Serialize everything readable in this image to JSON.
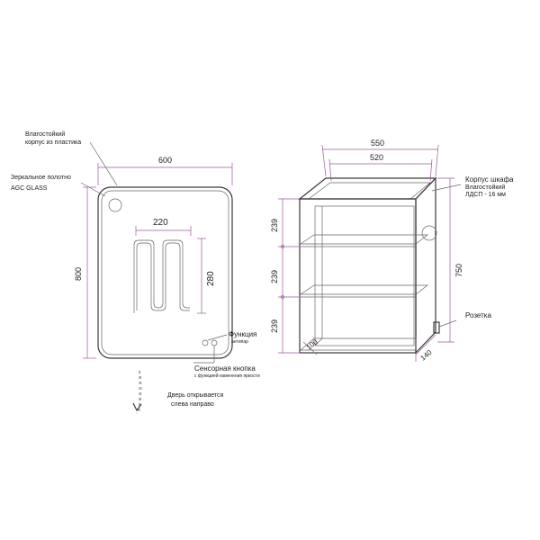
{
  "labels": {
    "body_material_1": "Влагостойкий",
    "body_material_2": "корпус из пластика",
    "mirror_sheet": "Зеркальное полотно",
    "glass": "AGC GLASS",
    "function": "Функция",
    "antifog": "антипар",
    "touch_button": "Сенсорная кнопка",
    "touch_button_sub": "с функцией изменения яркости",
    "door_1": "Дверь открывается",
    "door_2": "слева направо",
    "cabinet_body_1": "Корпус шкафа",
    "cabinet_body_2": "Влагостойкий",
    "cabinet_body_3": "ЛДСП - 16 мм",
    "socket": "Розетка"
  },
  "dimensions": {
    "mirror_width": "600",
    "mirror_height": "800",
    "heater_width": "220",
    "heater_height": "280",
    "cabinet_outer_width": "550",
    "cabinet_inner_width": "520",
    "cabinet_height": "750",
    "shelf_gap_top": "239",
    "shelf_gap_mid": "239",
    "shelf_gap_bottom": "239",
    "depth_left": "100",
    "depth_right": "140"
  },
  "colors": {
    "line": "#3a3a3a",
    "dimension": "#9a5a9a"
  }
}
